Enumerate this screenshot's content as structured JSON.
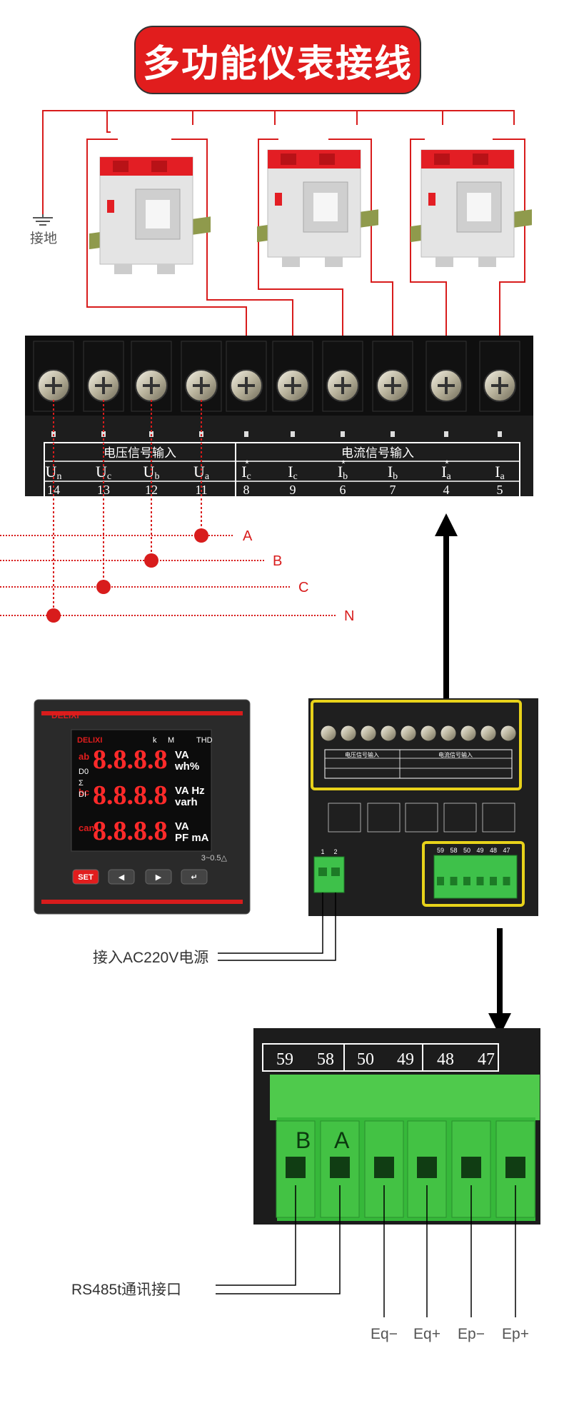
{
  "title": "多功能仪表接线",
  "ground": {
    "label": "接地"
  },
  "terminal_block": {
    "voltage_header": "电压信号输入",
    "current_header": "电流信号输入",
    "labels": [
      "Un",
      "Uc",
      "Ub",
      "Ua",
      "I*c",
      "Ic",
      "I*b",
      "Ib",
      "I*a",
      "Ia"
    ],
    "numbers": [
      "14",
      "13",
      "12",
      "11",
      "8",
      "9",
      "6",
      "7",
      "4",
      "5"
    ]
  },
  "phases": [
    "A",
    "B",
    "C",
    "N"
  ],
  "meter": {
    "brand": "DELIXI",
    "unit_labels_top": [
      "k",
      "M",
      "THD"
    ],
    "row1_prefix": [
      "a",
      "b"
    ],
    "row1_value": "8.8.8.8",
    "row1_units": [
      "VA",
      "wh%"
    ],
    "row2_prefix": [
      "b",
      "c"
    ],
    "row2_value": "8.8.8.8",
    "row2_units": [
      "VA Hz",
      "varh"
    ],
    "row3_prefix": [
      "c",
      "a",
      "n"
    ],
    "row3_value": "8.8.8.8",
    "row3_units": [
      "VA",
      "PF mA"
    ],
    "side_labels": [
      "D0",
      "Σ",
      "DI"
    ],
    "accuracy": "3~0.5△",
    "buttons": [
      "SET",
      "◀",
      "▶",
      "↵"
    ]
  },
  "back_panel": {
    "mini_voltage_header": "电压信号输入",
    "mini_current_header": "电流信号输入",
    "power_terminal_numbers": [
      "1",
      "2"
    ],
    "comm_terminal_numbers": [
      "59",
      "58",
      "50",
      "49",
      "48",
      "47"
    ]
  },
  "power_label": "接入AC220V电源",
  "connector": {
    "numbers": [
      "59",
      "58",
      "50",
      "49",
      "48",
      "47"
    ],
    "bus_letters": [
      "B",
      "A"
    ]
  },
  "rs485_label": "RS485t通讯接口",
  "pulse_labels": [
    "Eq−",
    "Eq+",
    "Ep−",
    "Ep+"
  ],
  "colors": {
    "accent_red": "#e11d1d",
    "wire_red": "#d81c1c",
    "terminal_green": "#3ec14a",
    "highlight_yellow": "#e8d21a"
  }
}
